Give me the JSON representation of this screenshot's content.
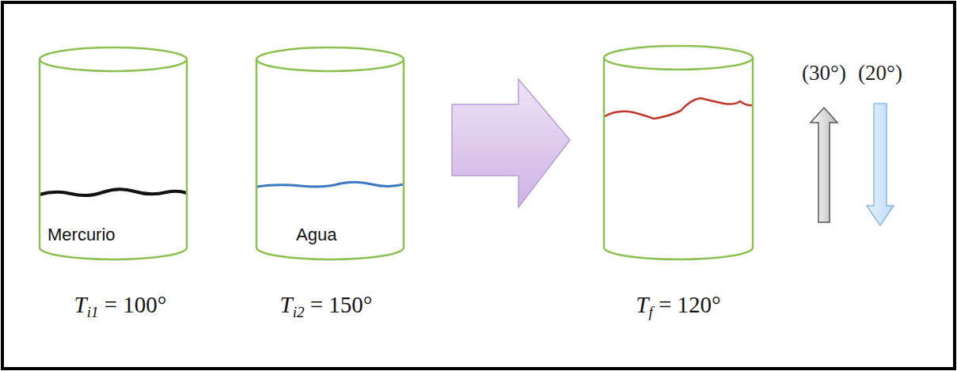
{
  "diagram": {
    "nodes": [
      {
        "text": [
          "Mercurio"
        ]
      },
      {
        "text": [
          "Agua"
        ]
      }
    ],
    "labels": [
      "Ti1 = 100°",
      "Ti2 = 150°",
      "Tf = 120°",
      "(30°)",
      "(20°)"
    ]
  }
}
